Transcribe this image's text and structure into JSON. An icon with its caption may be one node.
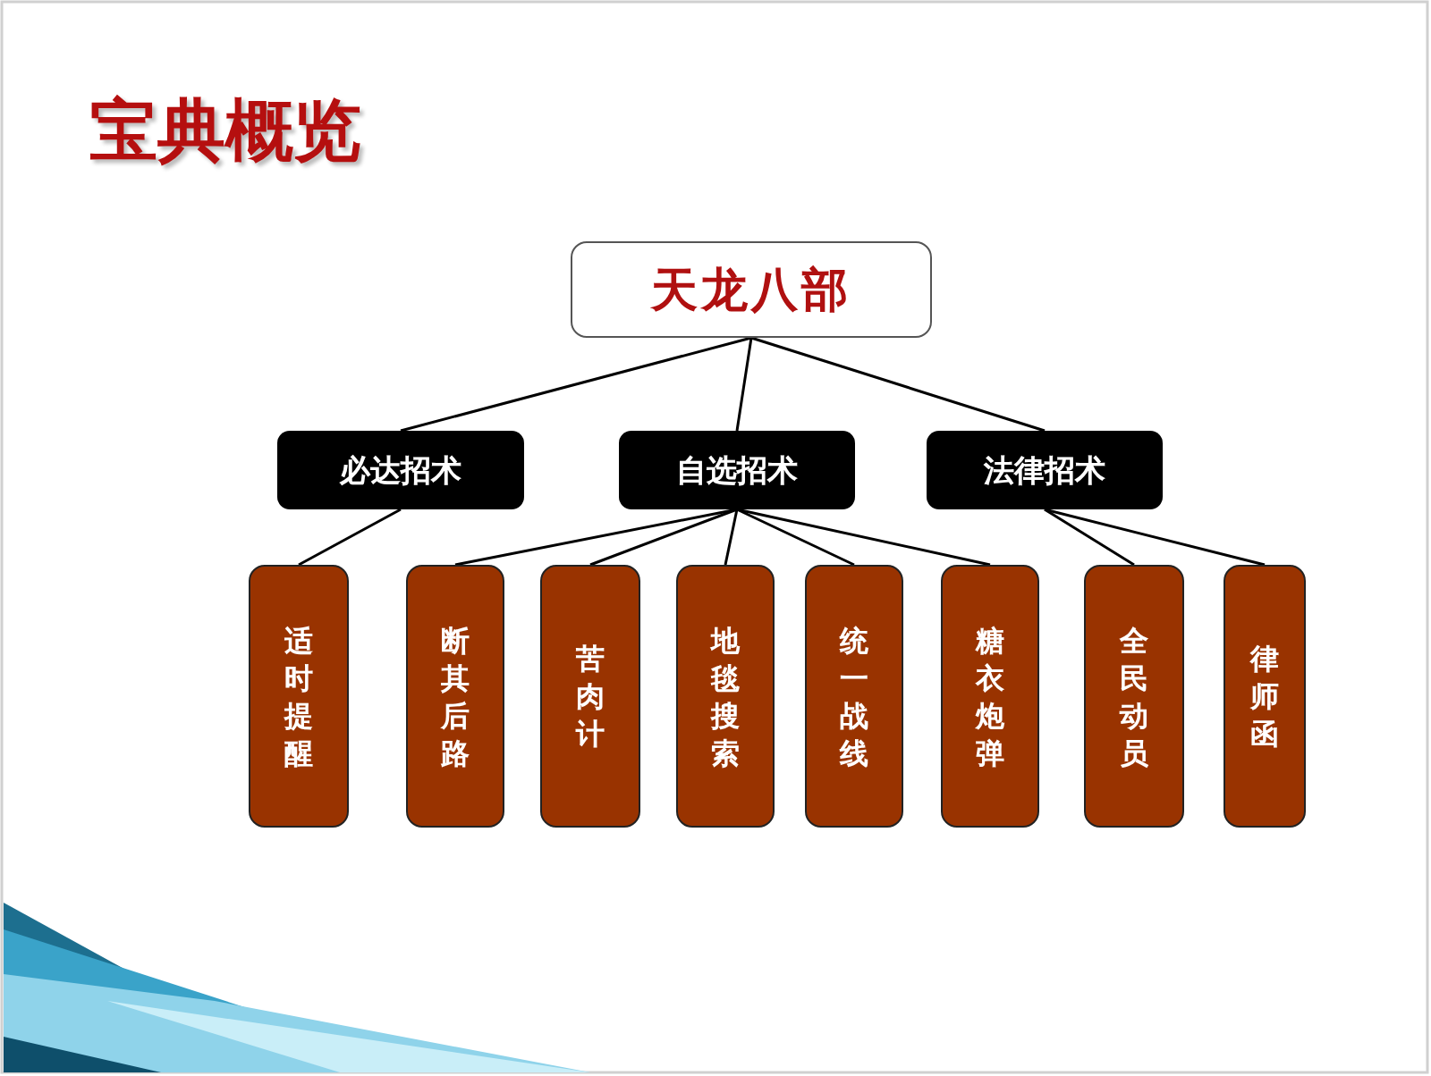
{
  "diagram": {
    "title": "宝典概览",
    "nodes": [
      {
        "text": [
          "天龙八部"
        ]
      },
      {
        "text": [
          "必达招术"
        ]
      },
      {
        "text": [
          "自选招术"
        ]
      },
      {
        "text": [
          "法律招术"
        ]
      },
      {
        "text": [
          "适时提醒"
        ]
      },
      {
        "text": [
          "断其后路"
        ]
      },
      {
        "text": [
          "苦肉计"
        ]
      },
      {
        "text": [
          "地毯搜索"
        ]
      },
      {
        "text": [
          "统一战线"
        ]
      },
      {
        "text": [
          "糖衣炮弹"
        ]
      },
      {
        "text": [
          "全民动员"
        ]
      },
      {
        "text": [
          "律师函"
        ]
      }
    ],
    "edges": [
      {
        "from": 0,
        "to": 1,
        "arrow": "none"
      },
      {
        "from": 0,
        "to": 2,
        "arrow": "none"
      },
      {
        "from": 0,
        "to": 3,
        "arrow": "none"
      },
      {
        "from": 1,
        "to": 4,
        "arrow": "none"
      },
      {
        "from": 2,
        "to": 5,
        "arrow": "none"
      },
      {
        "from": 2,
        "to": 6,
        "arrow": "none"
      },
      {
        "from": 2,
        "to": 7,
        "arrow": "none"
      },
      {
        "from": 2,
        "to": 8,
        "arrow": "none"
      },
      {
        "from": 2,
        "to": 9,
        "arrow": "none"
      },
      {
        "from": 3,
        "to": 10,
        "arrow": "none"
      },
      {
        "from": 3,
        "to": 11,
        "arrow": "none"
      }
    ]
  }
}
